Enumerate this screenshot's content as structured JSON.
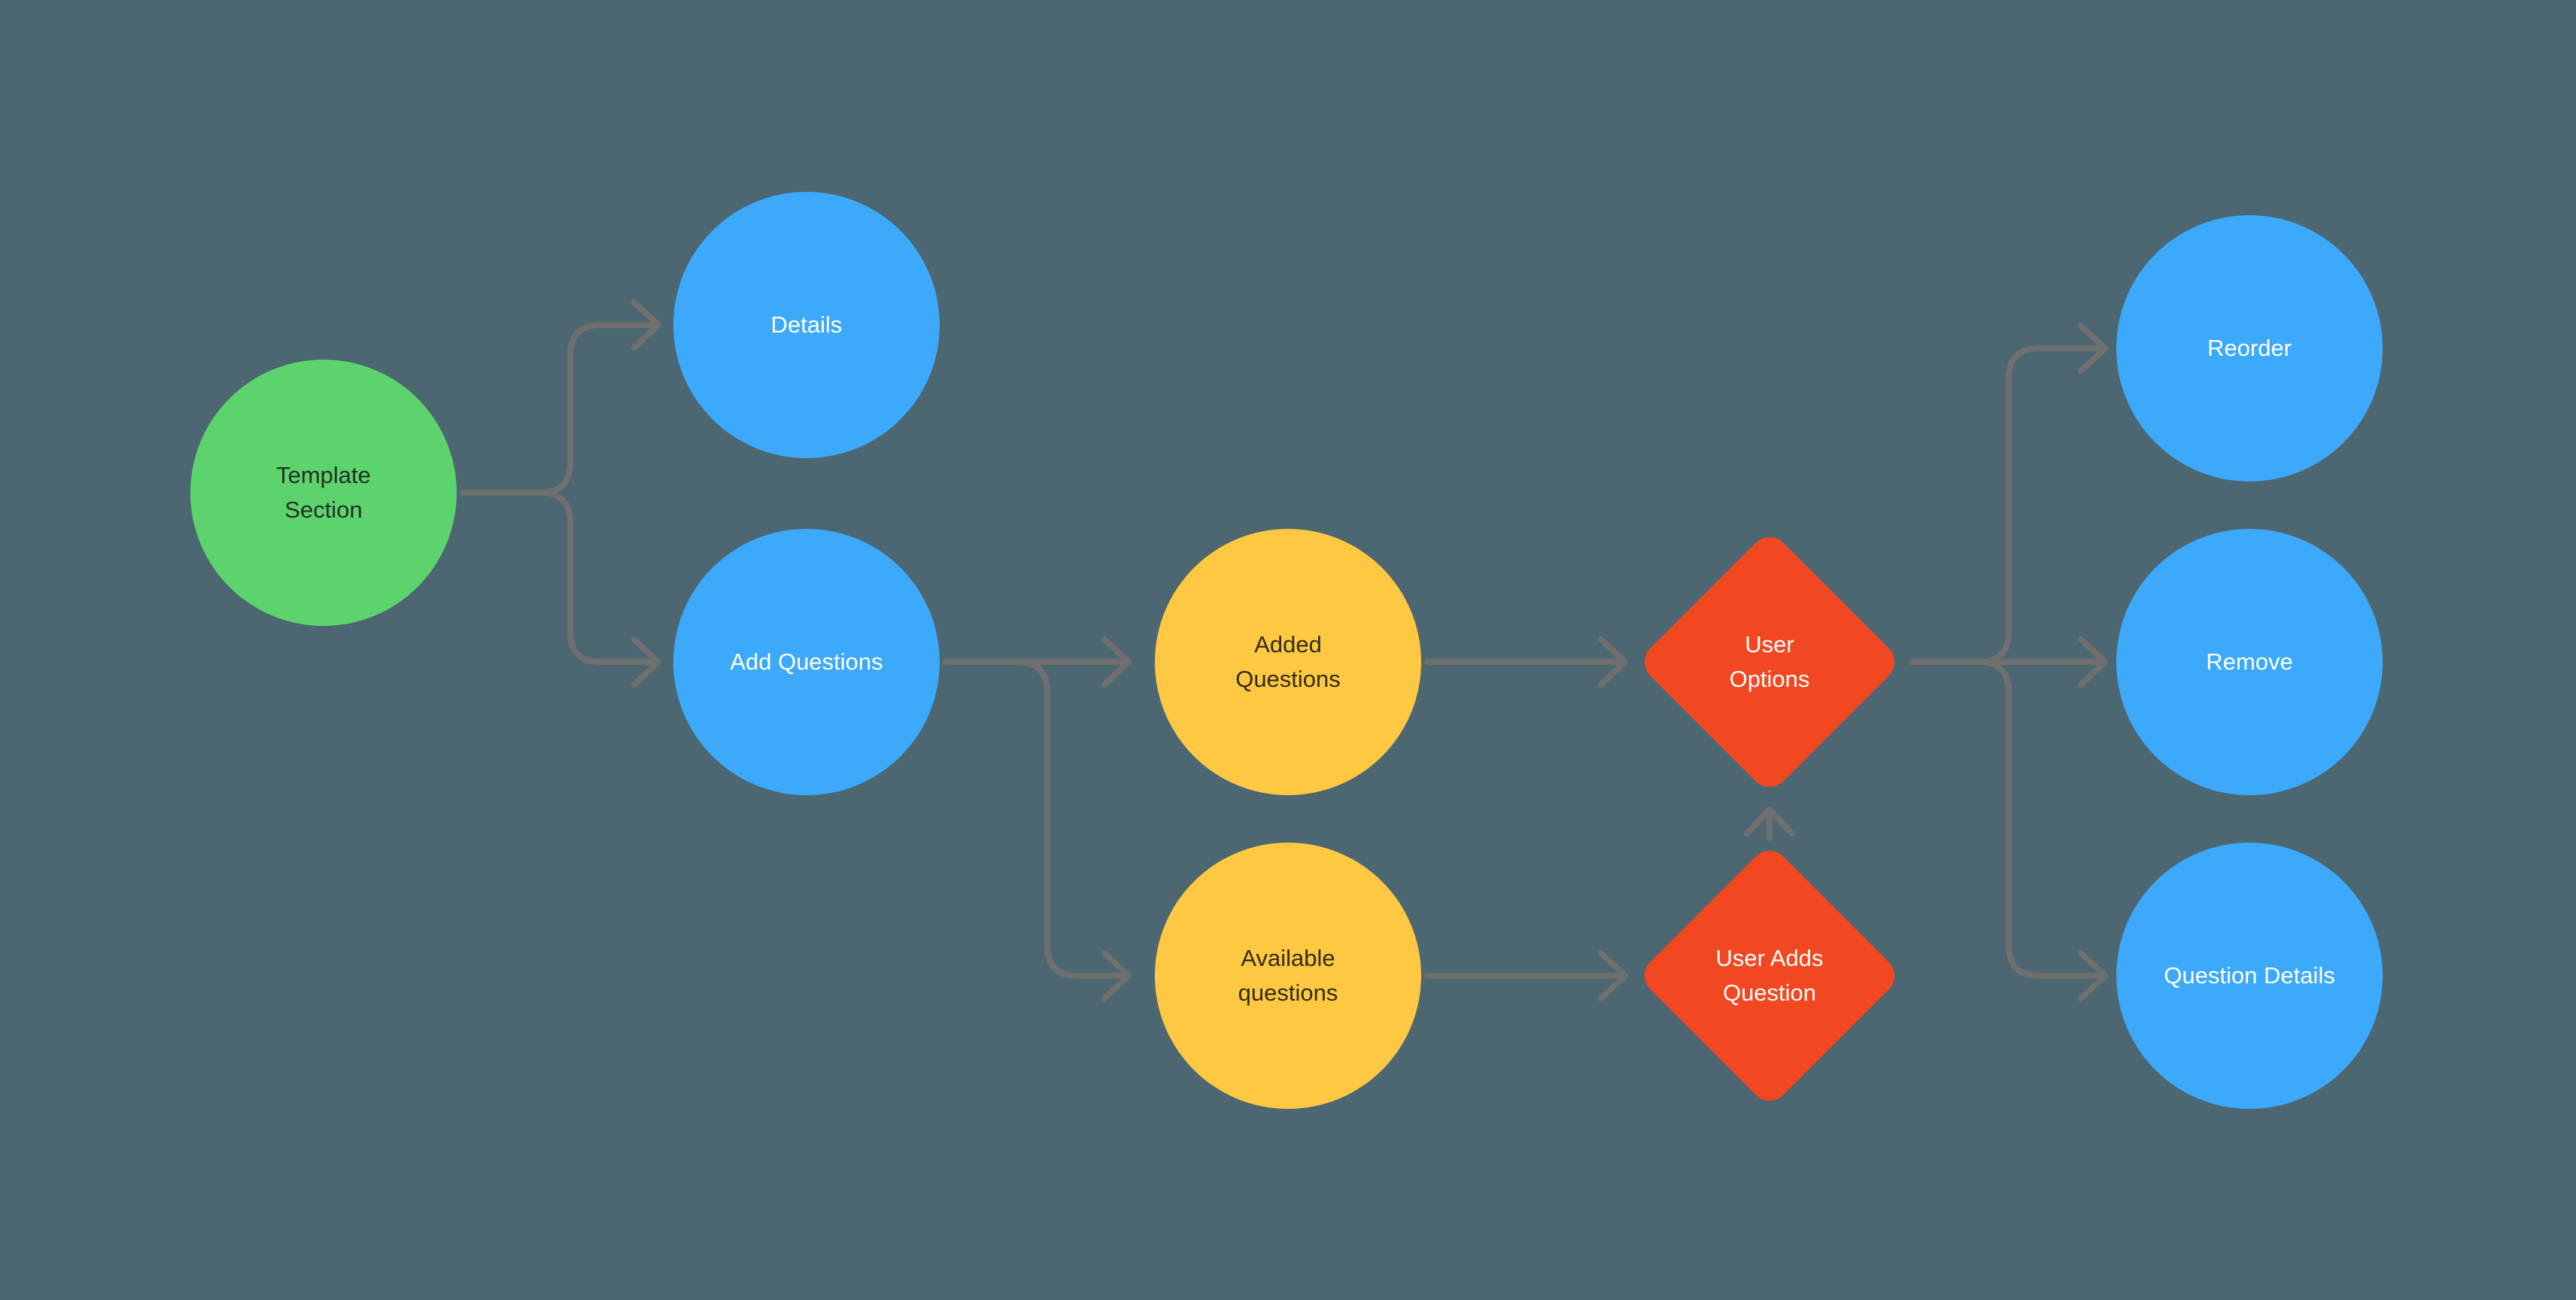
{
  "palette": {
    "canvas": "#4C6771",
    "green": "#5DD36D",
    "blue": "#3DA9FB",
    "yellow": "#FEC843",
    "red": "#F24822",
    "connector": "#706F6F",
    "text-light": "#FFFFFF",
    "text-on-green": "#233024",
    "text-on-yellow": "#332D15"
  },
  "diagram": {
    "type": "flowchart",
    "nodes": [
      {
        "id": "template-section",
        "shape": "circle",
        "fill": "green",
        "line1": "Template",
        "line2": "Section"
      },
      {
        "id": "details",
        "shape": "circle",
        "fill": "blue",
        "line1": "Details",
        "line2": ""
      },
      {
        "id": "add-questions",
        "shape": "circle",
        "fill": "blue",
        "line1": "Add Questions",
        "line2": ""
      },
      {
        "id": "added-questions",
        "shape": "circle",
        "fill": "yellow",
        "line1": "Added",
        "line2": "Questions"
      },
      {
        "id": "available-questions",
        "shape": "circle",
        "fill": "yellow",
        "line1": "Available",
        "line2": "questions"
      },
      {
        "id": "user-options",
        "shape": "diamond",
        "fill": "red",
        "line1": "User",
        "line2": "Options"
      },
      {
        "id": "user-adds-question",
        "shape": "diamond",
        "fill": "red",
        "line1": "User Adds",
        "line2": "Question"
      },
      {
        "id": "reorder",
        "shape": "circle",
        "fill": "blue",
        "line1": "Reorder",
        "line2": ""
      },
      {
        "id": "remove",
        "shape": "circle",
        "fill": "blue",
        "line1": "Remove",
        "line2": ""
      },
      {
        "id": "question-details",
        "shape": "circle",
        "fill": "blue",
        "line1": "Question Details",
        "line2": ""
      }
    ],
    "edges": [
      {
        "from": "template-section",
        "to": "details"
      },
      {
        "from": "template-section",
        "to": "add-questions"
      },
      {
        "from": "add-questions",
        "to": "added-questions"
      },
      {
        "from": "add-questions",
        "to": "available-questions"
      },
      {
        "from": "added-questions",
        "to": "user-options"
      },
      {
        "from": "available-questions",
        "to": "user-adds-question"
      },
      {
        "from": "user-adds-question",
        "to": "user-options"
      },
      {
        "from": "user-options",
        "to": "reorder"
      },
      {
        "from": "user-options",
        "to": "remove"
      },
      {
        "from": "user-options",
        "to": "question-details"
      }
    ]
  }
}
